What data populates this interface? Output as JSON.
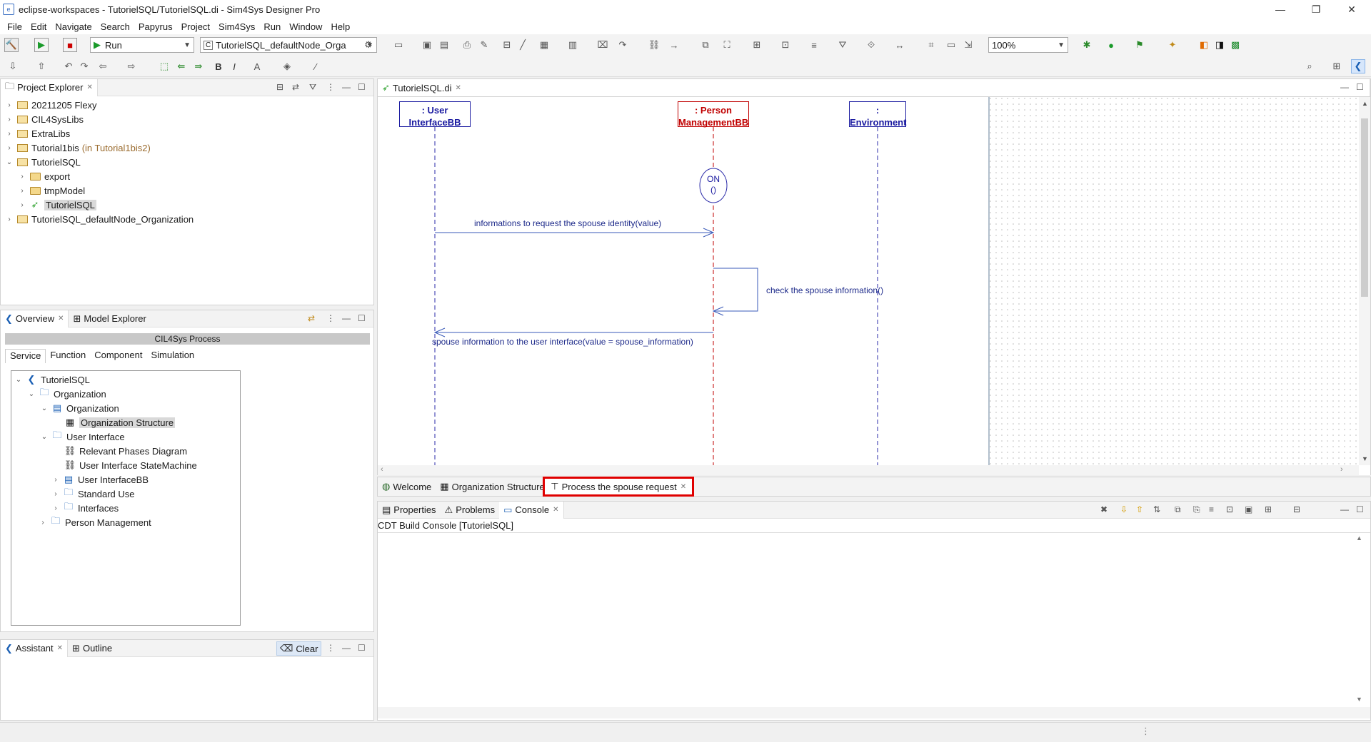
{
  "window": {
    "title": "eclipse-workspaces - TutorielSQL/TutorielSQL.di - Sim4Sys Designer Pro",
    "controls": [
      "—",
      "❐",
      "✕"
    ]
  },
  "menu": [
    "File",
    "Edit",
    "Navigate",
    "Search",
    "Papyrus",
    "Project",
    "Sim4Sys",
    "Run",
    "Window",
    "Help"
  ],
  "toolbar": {
    "run_combo": "Run",
    "config_combo": "TutorielSQL_defaultNode_Orga",
    "zoom_combo": "100%"
  },
  "project_explorer": {
    "tab_label": "Project Explorer",
    "items": [
      {
        "label": "20211205 Flexy",
        "suffix": ""
      },
      {
        "label": "CIL4SysLibs",
        "suffix": ""
      },
      {
        "label": "ExtraLibs",
        "suffix": ""
      },
      {
        "label": "Tutorial1bis",
        "suffix": "(in Tutorial1bis2)"
      },
      {
        "label": "TutorielSQL",
        "suffix": ""
      },
      {
        "label": "export",
        "suffix": ""
      },
      {
        "label": "tmpModel",
        "suffix": ""
      },
      {
        "label": "TutorielSQL",
        "suffix": ""
      },
      {
        "label": "TutorielSQL_defaultNode_Organization",
        "suffix": ""
      }
    ]
  },
  "overview": {
    "tab_overview": "Overview",
    "tab_model_explorer": "Model Explorer",
    "process_header": "CIL4Sys Process",
    "subtabs": [
      "Service",
      "Function",
      "Component",
      "Simulation"
    ],
    "tree": [
      "TutorielSQL",
      "Organization",
      "Organization",
      "Organization Structure",
      "User Interface",
      "Relevant Phases Diagram",
      "User Interface StateMachine",
      "User InterfaceBB",
      "Standard Use",
      "Interfaces",
      "Person Management"
    ]
  },
  "assistant": {
    "tab_assistant": "Assistant",
    "tab_outline": "Outline",
    "clear_label": "Clear"
  },
  "editor": {
    "tab_label": "TutorielSQL.di",
    "lifelines": [
      {
        "line1": ": User",
        "line2": "InterfaceBB",
        "color": "#1a1aa0"
      },
      {
        "line1": ": Person",
        "line2": "ManagementBB",
        "color": "#c00000"
      },
      {
        "line1": ":",
        "line2": "Environment",
        "color": "#1a1aa0"
      }
    ],
    "state_invariant": {
      "line1": "ON",
      "line2": "()"
    },
    "messages": [
      "informations to request the spouse identity(value)",
      "check the spouse information()",
      "spouse information to the user interface(value = spouse_information)"
    ],
    "bottom_tabs": [
      "Welcome",
      "Organization Structure",
      "Process the spouse request"
    ],
    "highlight_color": "#e00000"
  },
  "console": {
    "tabs": [
      "Properties",
      "Problems",
      "Console"
    ],
    "header": "CDT Build Console [TutorielSQL]"
  }
}
